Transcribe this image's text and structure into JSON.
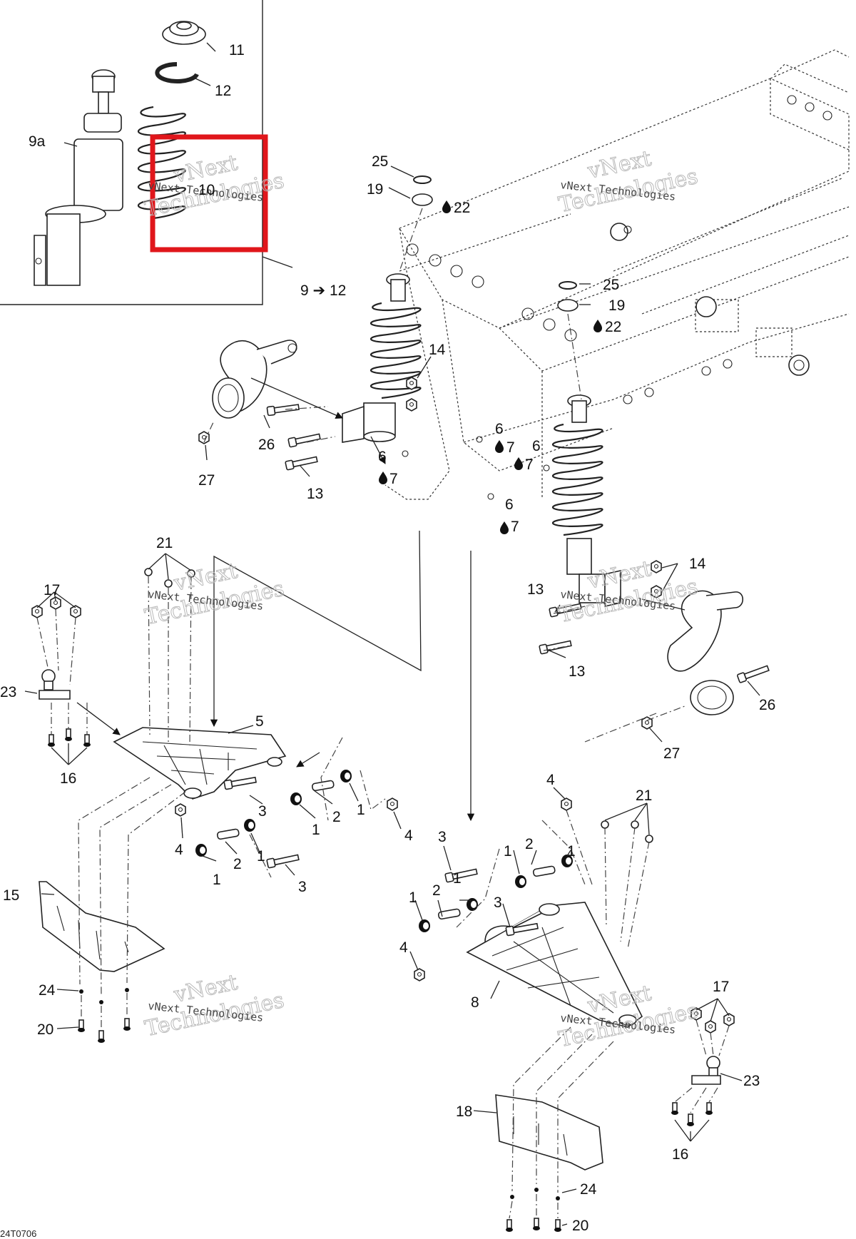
{
  "diagram": {
    "figure_code": "24T0706",
    "watermark": {
      "line1": "vNext",
      "line2": "Technologies",
      "caption": "vNext Technologies"
    },
    "highlight_color": "#e0161b",
    "callouts": {
      "c11": "11",
      "c12": "12",
      "c9a": "9a",
      "c10": "10",
      "c9to12": "9 ➔ 12",
      "c25a": "25",
      "c19a": "19",
      "c22a": "22",
      "c25b": "25",
      "c19b": "19",
      "c22b": "22",
      "c14a": "14",
      "c26a": "26",
      "c27a": "27",
      "c13a": "13",
      "c6a": "6",
      "c7a": "7",
      "c6b": "6",
      "c7b": "7",
      "c6c": "6",
      "c7c": "7",
      "c6d": "6",
      "c7d": "7",
      "c14b": "14",
      "c13b": "13",
      "c13c": "13",
      "c26b": "26",
      "c27b": "27",
      "c21a": "21",
      "c17a": "17",
      "c23a": "23",
      "c16a": "16",
      "c5": "5",
      "c3a": "3",
      "c2a": "2",
      "c1a": "1",
      "c1b": "1",
      "c4a": "4",
      "c4b": "4",
      "c2b": "2",
      "c1c": "1",
      "c1d": "1",
      "c3b": "3",
      "c15": "15",
      "c24a": "24",
      "c20a": "20",
      "c4c": "4",
      "c21b": "21",
      "c3c": "3",
      "c1e": "1",
      "c2c": "2",
      "c1f": "1",
      "c1g": "1",
      "c2d": "2",
      "c1h": "1",
      "c3d": "3",
      "c4d": "4",
      "c8": "8",
      "c17b": "17",
      "c23b": "23",
      "c16b": "16",
      "c18": "18",
      "c24b": "24",
      "c20b": "20"
    }
  }
}
